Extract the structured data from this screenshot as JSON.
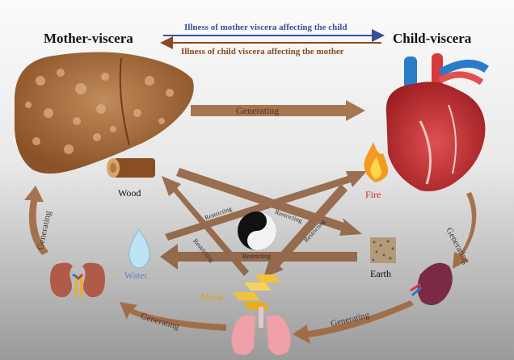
{
  "mother_title": "Mother-viscera",
  "child_title": "Child-viscera",
  "mother_affects_child": "Illness of mother viscera affecting the child",
  "child_affects_mother": "Illness of child viscera affecting the mother",
  "generating_label": "Generating",
  "restricting_label": "Restricting",
  "elements": {
    "wood": "Wood",
    "fire": "Fire",
    "earth": "Earth",
    "metal": "Metal",
    "water": "Water"
  },
  "colors": {
    "blue_arrow": "#3a4f9a",
    "brown_arrow": "#8a4a20",
    "generating_arrow": "#a0673f",
    "fire_text": "#d12a1a",
    "water_text": "#5b87c9",
    "metal_text": "#d9a21e"
  },
  "icons": [
    "liver-icon",
    "heart-icon",
    "spleen-icon",
    "lungs-icon",
    "kidneys-icon",
    "wood-log-icon",
    "fire-icon",
    "earth-icon",
    "metal-icon",
    "water-drop-icon",
    "yin-yang-icon"
  ]
}
